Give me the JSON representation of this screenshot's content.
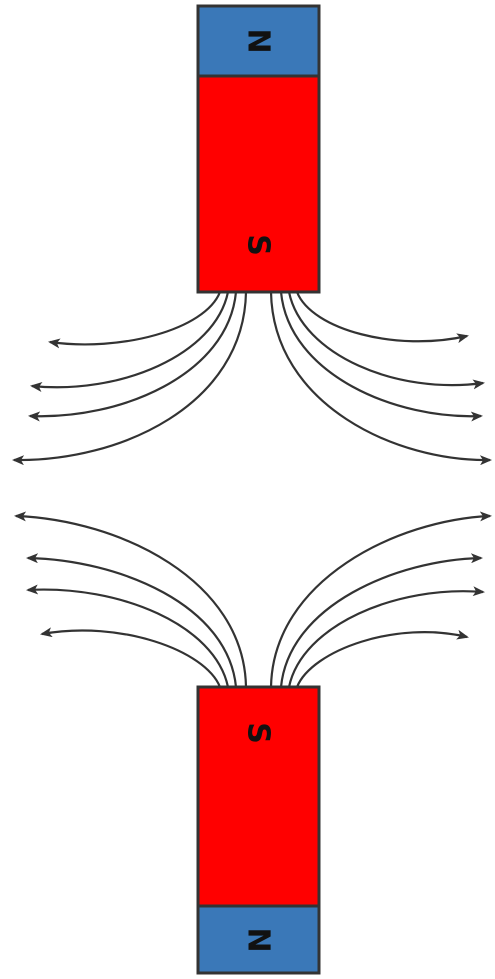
{
  "magnets": {
    "top": {
      "north_label": "N",
      "south_label": "S"
    },
    "bottom": {
      "north_label": "N",
      "south_label": "S"
    }
  },
  "colors": {
    "north_pole": "#3a78b8",
    "south_pole": "#ff0000",
    "outline": "#333333",
    "field_line": "#333333",
    "background": "#ffffff"
  },
  "icons": {
    "arrowhead": "arrowhead-icon"
  }
}
